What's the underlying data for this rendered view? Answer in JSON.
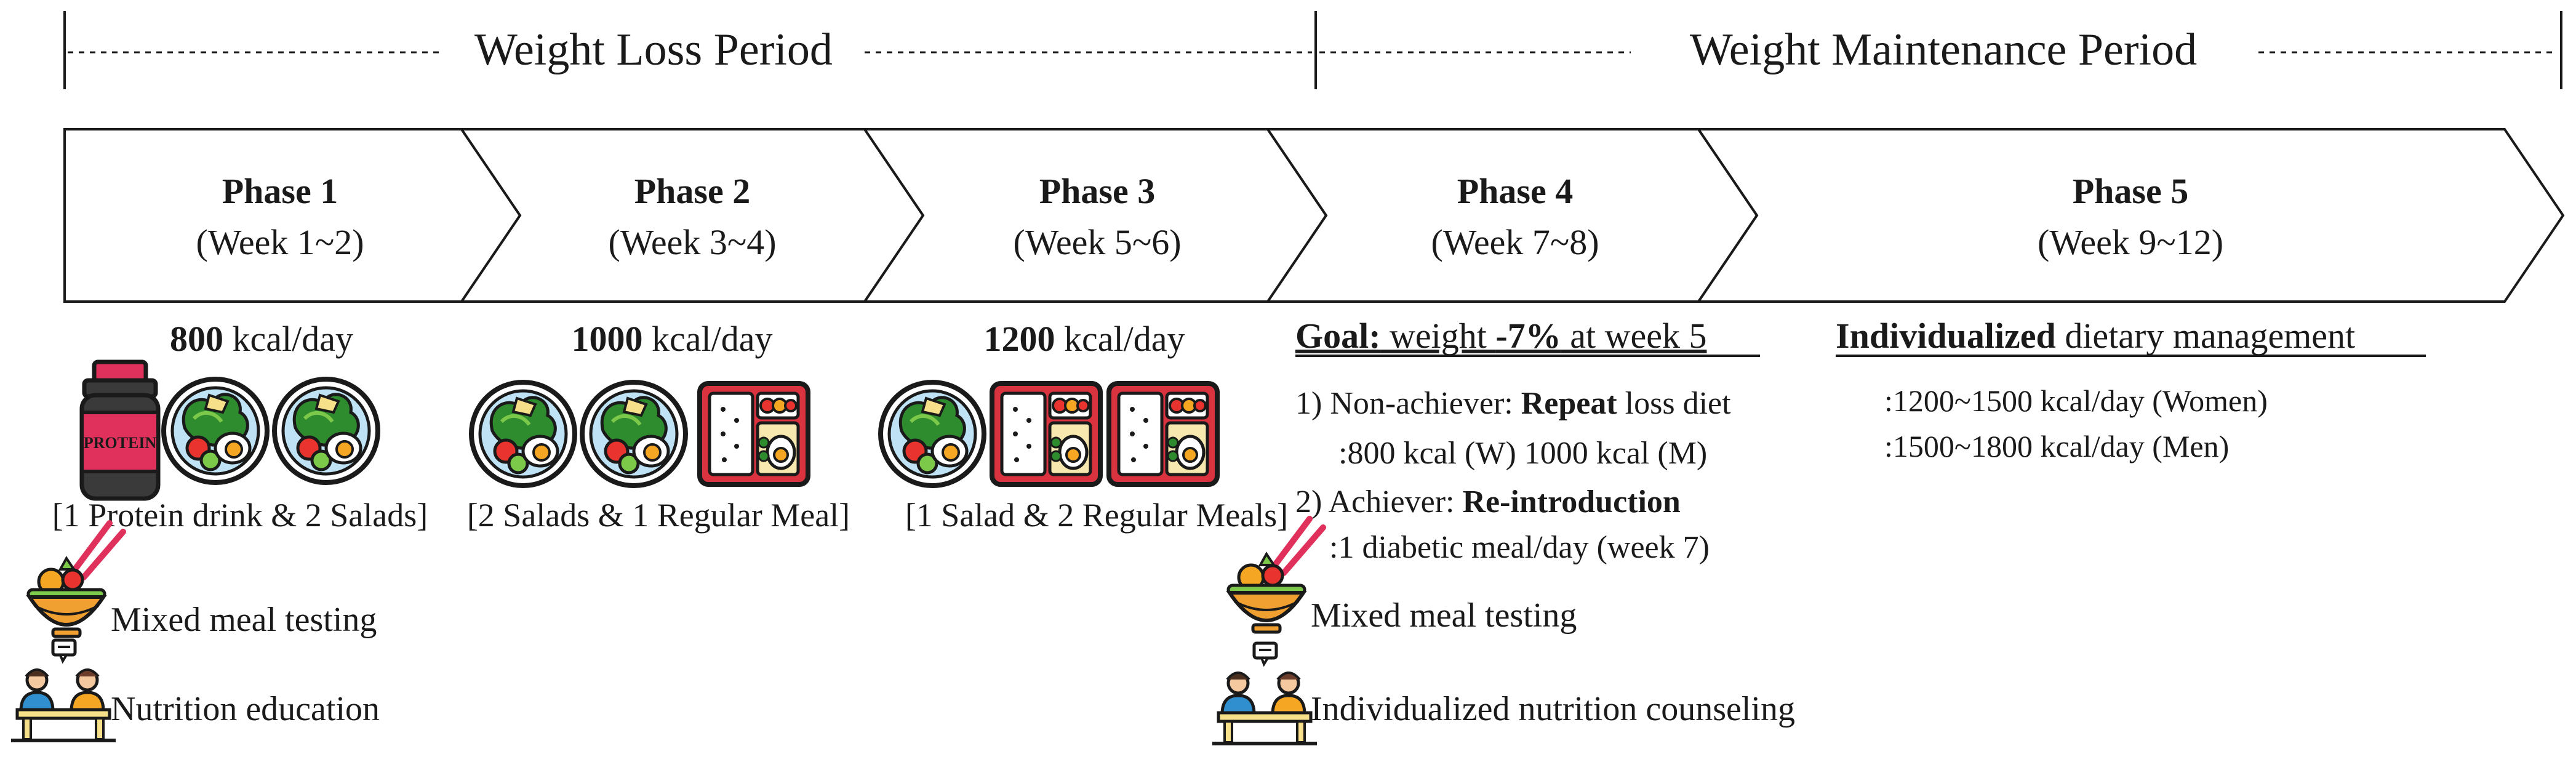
{
  "periods": {
    "loss": "Weight Loss Period",
    "maintenance": "Weight Maintenance Period"
  },
  "phases": [
    {
      "title": "Phase 1",
      "weeks": "(Week 1~2)"
    },
    {
      "title": "Phase 2",
      "weeks": "(Week 3~4)"
    },
    {
      "title": "Phase 3",
      "weeks": "(Week 5~6)"
    },
    {
      "title": "Phase 4",
      "weeks": "(Week 7~8)"
    },
    {
      "title": "Phase 5",
      "weeks": "(Week 9~12)"
    }
  ],
  "kcal": [
    {
      "value": "800",
      "unit": " kcal/day"
    },
    {
      "value": "1000",
      "unit": " kcal/day"
    },
    {
      "value": "1200",
      "unit": " kcal/day"
    }
  ],
  "meal_captions": [
    "[1 Protein drink & 2 Salads]",
    "[2 Salads & 1 Regular Meal]",
    "[1 Salad & 2 Regular Meals]"
  ],
  "protein_label": "PROTEIN",
  "phase4": {
    "goal_label": "Goal:",
    "goal_text1": " weight ",
    "goal_value": "-7%",
    "goal_text2": " at week 5",
    "item1_prefix": "1) Non-achiever:  ",
    "item1_bold": "Repeat",
    "item1_suffix": " loss diet",
    "item1_detail": ":800 kcal (W)  1000 kcal (M)",
    "item2_prefix": "2) Achiever: ",
    "item2_bold": "Re-introduction",
    "item2_detail": ":1 diabetic meal/day (week 7)"
  },
  "phase5": {
    "title_bold": "Individualized",
    "title_rest": " dietary management",
    "women": ":1200~1500 kcal/day (Women)",
    "men": ":1500~1800 kcal/day (Men)"
  },
  "activities_left": {
    "meal_testing": "Mixed meal testing",
    "education": "Nutrition education"
  },
  "activities_right": {
    "meal_testing": "Mixed meal testing",
    "counseling": "Individualized nutrition counseling"
  },
  "colors": {
    "salad_green": "#2e8b2e",
    "box_red": "#d9333f",
    "jar_pink": "#e0315c",
    "bowl_orange": "#f0a030"
  }
}
